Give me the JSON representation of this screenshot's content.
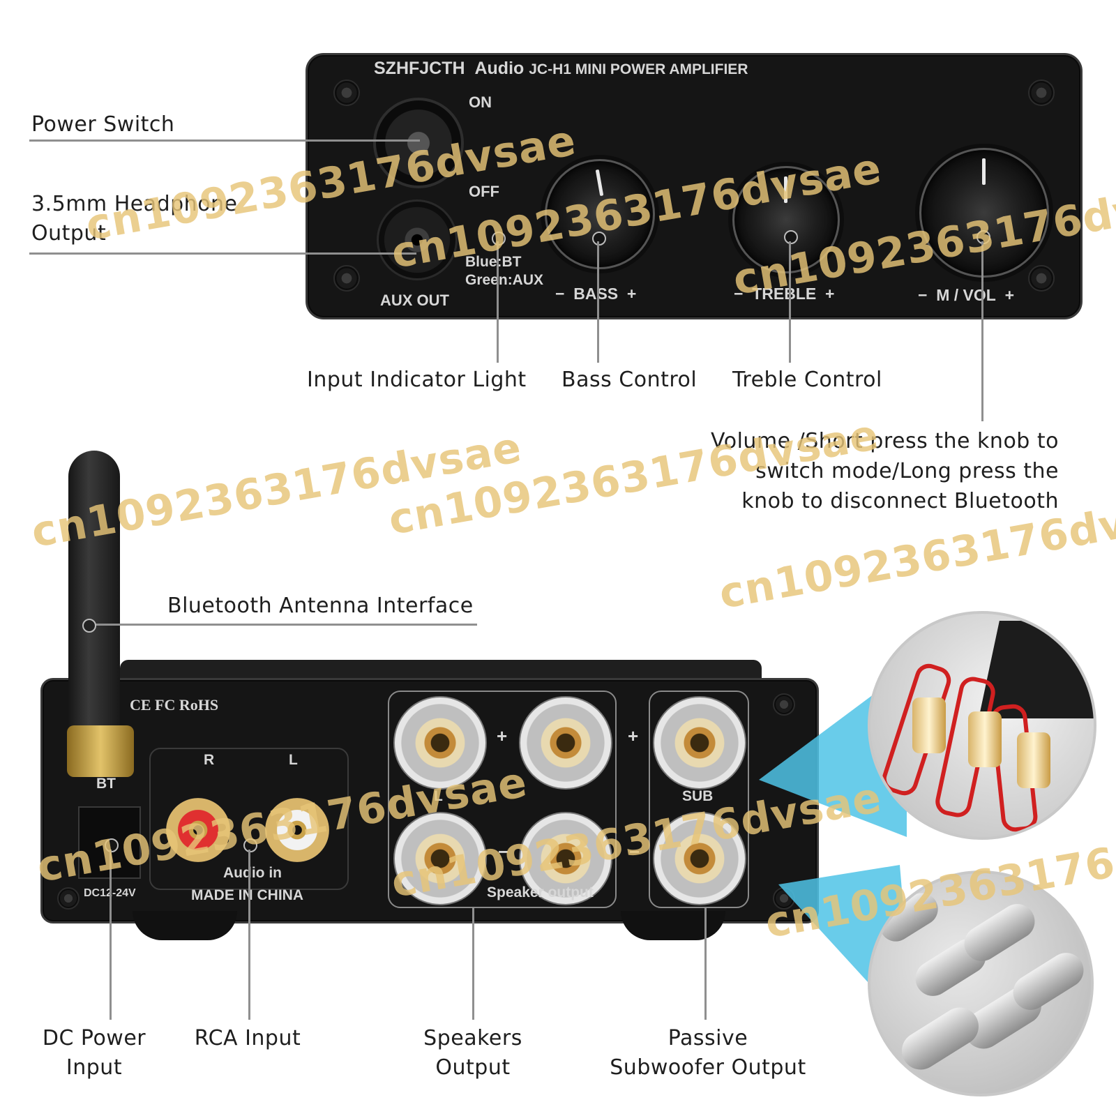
{
  "front_panel": {
    "brand": "SZHFJCTH",
    "brand_suffix": "Audio",
    "model": "JC-H1 MINI POWER AMPLIFIER",
    "switch_on": "ON",
    "switch_off": "OFF",
    "aux_out": "AUX OUT",
    "indicator_blue": "Blue:BT",
    "indicator_green": "Green:AUX",
    "bass_label": "BASS",
    "treble_label": "TREBLE",
    "vol_label": "M / VOL",
    "minus": "−",
    "plus": "+"
  },
  "rear_panel": {
    "certs": "CE FC RoHS",
    "bt": "BT",
    "dc": "DC12-24V",
    "rca_r": "R",
    "rca_l": "L",
    "audio_in": "Audio in",
    "made_in": "MADE IN CHINA",
    "left": "L",
    "sub": "SUB",
    "speaker_output": "Speaker output",
    "plus": "+",
    "minus": "−"
  },
  "callouts": {
    "power_switch": "Power Switch",
    "headphone_line1": "3.5mm Headphone",
    "headphone_line2": "Output",
    "input_indicator": "Input Indicator Light",
    "bass_control": "Bass Control",
    "treble_control": "Treble Control",
    "volume_line1": "Volume /Short press the knob to",
    "volume_line2": "switch mode/Long press the",
    "volume_line3": "knob to disconnect Bluetooth",
    "bt_antenna": "Bluetooth Antenna Interface",
    "dc_power_line1": "DC Power",
    "dc_power_line2": "Input",
    "rca_input": "RCA Input",
    "speakers_line1": "Speakers",
    "speakers_line2": "Output",
    "passive_line1": "Passive",
    "passive_line2": "Subwoofer Output"
  },
  "watermark": "cn1092363176dvsae",
  "colors": {
    "watermark": "#e7c578",
    "panel": "#151515",
    "lead": "#8f8f8f",
    "callout_blue": "#4fc3e6"
  }
}
